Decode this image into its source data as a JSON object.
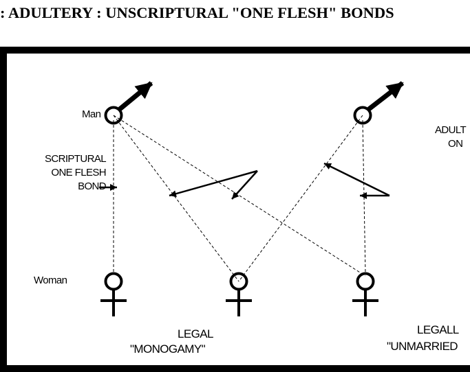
{
  "title": ": ADULTERY : UNSCRIPTURAL \"ONE FLESH\" BONDS",
  "labels": {
    "man": "Man",
    "scriptural_line1": "SCRIPTURAL",
    "scriptural_line2": "ONE FLESH",
    "scriptural_line3": "BOND",
    "woman": "Woman",
    "adultery_line1": "ADULT",
    "adultery_line2": "ON",
    "legal_monogamy_line1": "LEGAL",
    "legal_monogamy_line2": "\"MONOGAMY\"",
    "legal_unmarried_line1": "LEGALL",
    "legal_unmarried_line2": "\"UNMARRIED"
  },
  "symbols": {
    "male": [
      "male-symbol-left",
      "male-symbol-right"
    ],
    "female": [
      "female-symbol-left",
      "female-symbol-middle",
      "female-symbol-right"
    ]
  },
  "colors": {
    "ink": "#000000",
    "background": "#ffffff"
  }
}
